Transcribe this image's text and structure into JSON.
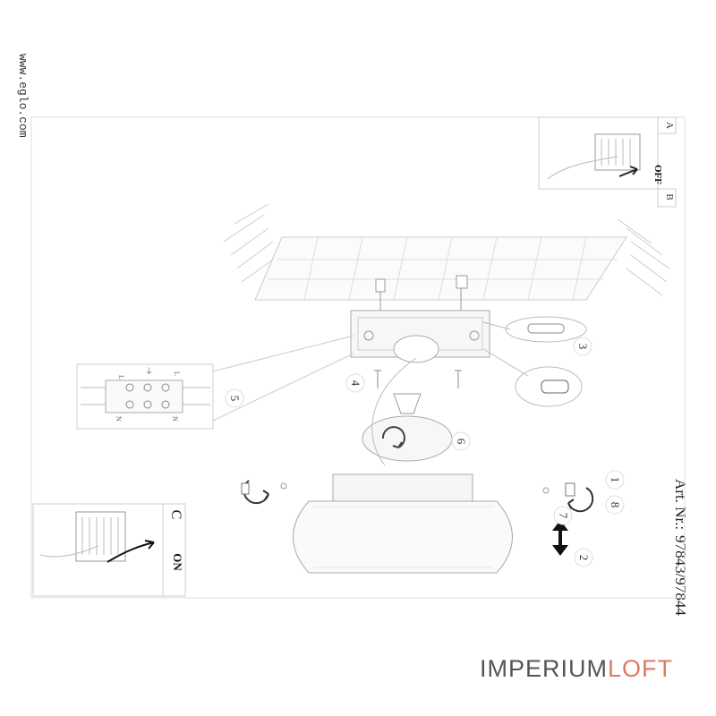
{
  "website": "www.eglo.com",
  "article": {
    "label": "Art. Nr.:",
    "numbers": "97843/97844"
  },
  "brand": {
    "part1": "IMPERIUM",
    "part2": "LOFT",
    "color_part1": "#555555",
    "color_part2": "#e07a5f"
  },
  "panels": {
    "a_label": "A",
    "b_label": "B",
    "off_label": "OFF",
    "c_label": "C",
    "on_label": "ON"
  },
  "steps": [
    "1",
    "2",
    "3",
    "4",
    "5",
    "6",
    "7",
    "8"
  ],
  "terminal_labels": {
    "l": "L",
    "n": "N",
    "earth": "⏚"
  },
  "colors": {
    "line": "#bbbbbb",
    "dark_line": "#555555"
  }
}
